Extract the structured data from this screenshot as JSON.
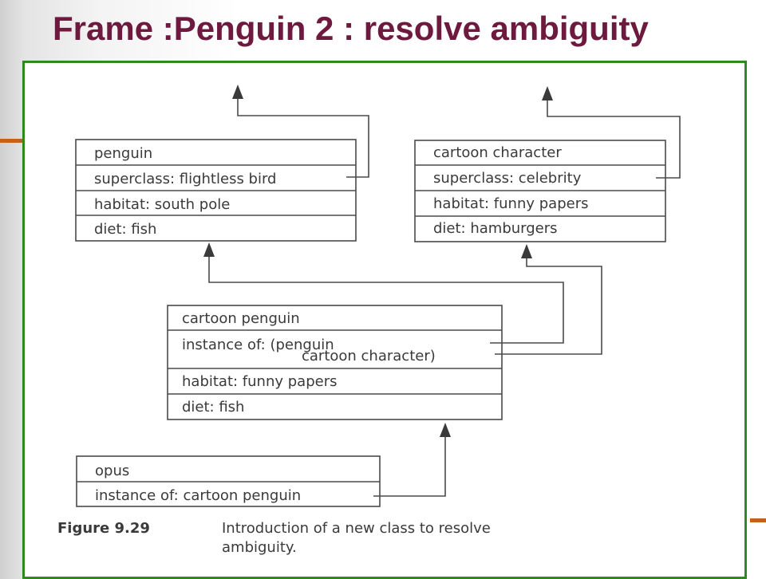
{
  "slide": {
    "title": "Frame :Penguin 2 : resolve ambiguity"
  },
  "frames": {
    "penguin": {
      "name": "penguin",
      "superclass": "superclass: flightless bird",
      "habitat": "habitat: south pole",
      "diet": "diet: fish"
    },
    "cartoon_character": {
      "name": "cartoon character",
      "superclass": "superclass: celebrity",
      "habitat": "habitat: funny papers",
      "diet": "diet: hamburgers"
    },
    "cartoon_penguin": {
      "name": "cartoon penguin",
      "instance_of_line1": "instance of: (penguin",
      "instance_of_line2": "cartoon character)",
      "habitat": "habitat: funny papers",
      "diet": "diet: fish"
    },
    "opus": {
      "name": "opus",
      "instance_of": "instance of: cartoon penguin"
    }
  },
  "caption": {
    "label": "Figure 9.29",
    "line1": "Introduction of a new class to resolve",
    "line2": "ambiguity."
  },
  "colors": {
    "title": "#6e1a3f",
    "panel_border": "#2e8a1f",
    "accent": "#c4621c"
  }
}
